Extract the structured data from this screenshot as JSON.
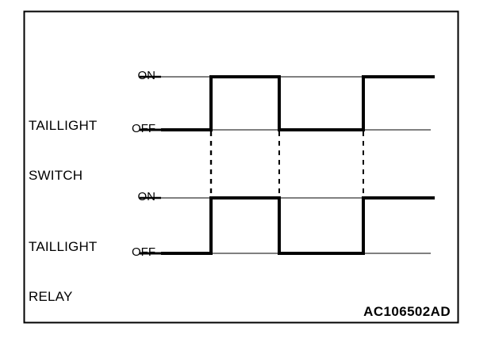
{
  "figure": {
    "part_code": "AC106502AD",
    "border_color": "#000000",
    "trace_color": "#000000",
    "background": "#ffffff"
  },
  "signals": [
    {
      "name_line1": "TAILLIGHT",
      "name_line2": "SWITCH",
      "on_label": "ON",
      "off_label": "OFF"
    },
    {
      "name_line1": "TAILLIGHT",
      "name_line2": "RELAY",
      "on_label": "ON",
      "off_label": "OFF"
    }
  ],
  "chart_data": {
    "type": "line",
    "title": "",
    "xlabel": "",
    "ylabel": "",
    "description": "Timing chart comparing taillight switch state with taillight relay state over time. Both waveforms are identical and in phase.",
    "levels": [
      "OFF",
      "ON"
    ],
    "x_range": [
      203,
      548
    ],
    "transitions_x": [
      266,
      352,
      458
    ],
    "series": [
      {
        "name": "TAILLIGHT SWITCH",
        "segments": [
          {
            "x_start": 203,
            "x_end": 266,
            "level": "OFF"
          },
          {
            "x_start": 266,
            "x_end": 352,
            "level": "ON"
          },
          {
            "x_start": 352,
            "x_end": 458,
            "level": "OFF"
          },
          {
            "x_start": 458,
            "x_end": 548,
            "level": "ON"
          }
        ]
      },
      {
        "name": "TAILLIGHT RELAY",
        "segments": [
          {
            "x_start": 203,
            "x_end": 266,
            "level": "OFF"
          },
          {
            "x_start": 266,
            "x_end": 352,
            "level": "ON"
          },
          {
            "x_start": 352,
            "x_end": 458,
            "level": "OFF"
          },
          {
            "x_start": 458,
            "x_end": 548,
            "level": "ON"
          }
        ]
      }
    ],
    "guide_lines": [
      {
        "x": 266,
        "style": "dashed"
      },
      {
        "x": 352,
        "style": "dashed"
      },
      {
        "x": 458,
        "style": "dashed"
      }
    ],
    "grid": false,
    "legend": "none"
  }
}
